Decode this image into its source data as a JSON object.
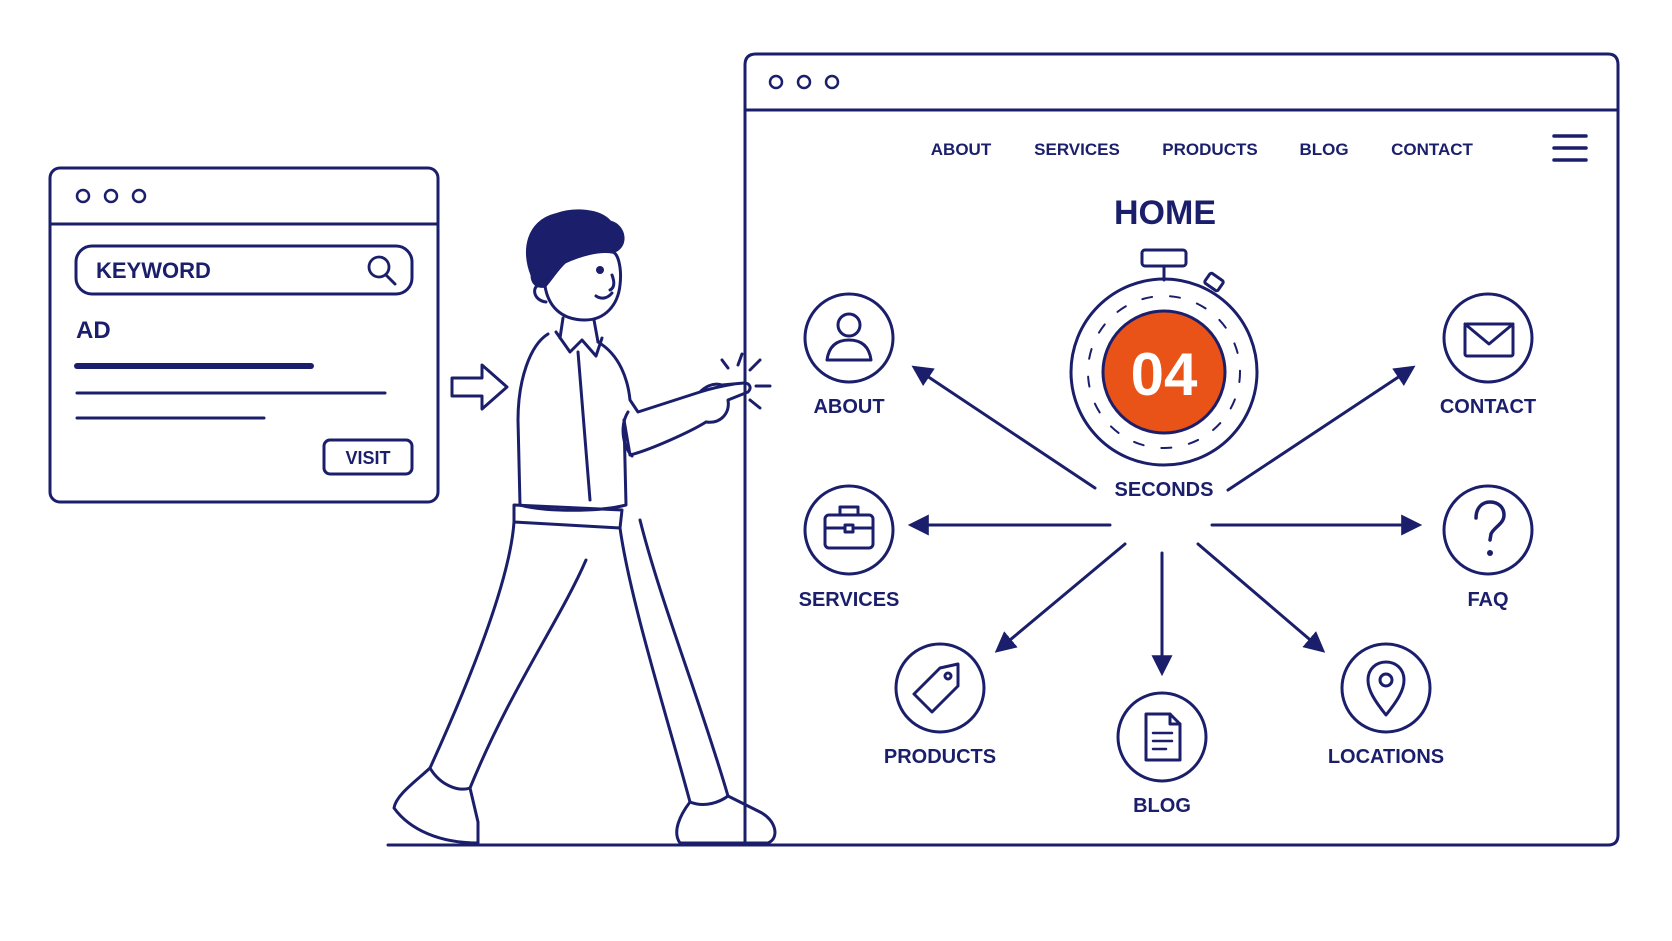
{
  "colors": {
    "ink": "#1b1f6b",
    "accent": "#ea5318",
    "background": "#ffffff"
  },
  "ad_window": {
    "search": {
      "value": "KEYWORD",
      "icon": "search-icon"
    },
    "heading": "AD",
    "visit_button": "VISIT"
  },
  "site_window": {
    "nav": [
      "ABOUT",
      "SERVICES",
      "PRODUCTS",
      "BLOG",
      "CONTACT"
    ],
    "menu_icon": "hamburger-menu-icon",
    "page_title": "HOME",
    "timer": {
      "value": "04",
      "unit": "SECONDS",
      "icon": "stopwatch-icon"
    },
    "destinations": [
      {
        "label": "ABOUT",
        "icon": "user-icon"
      },
      {
        "label": "SERVICES",
        "icon": "briefcase-icon"
      },
      {
        "label": "PRODUCTS",
        "icon": "tag-icon"
      },
      {
        "label": "BLOG",
        "icon": "document-icon"
      },
      {
        "label": "LOCATIONS",
        "icon": "map-pin-icon"
      },
      {
        "label": "FAQ",
        "icon": "question-icon"
      },
      {
        "label": "CONTACT",
        "icon": "envelope-icon"
      }
    ]
  }
}
